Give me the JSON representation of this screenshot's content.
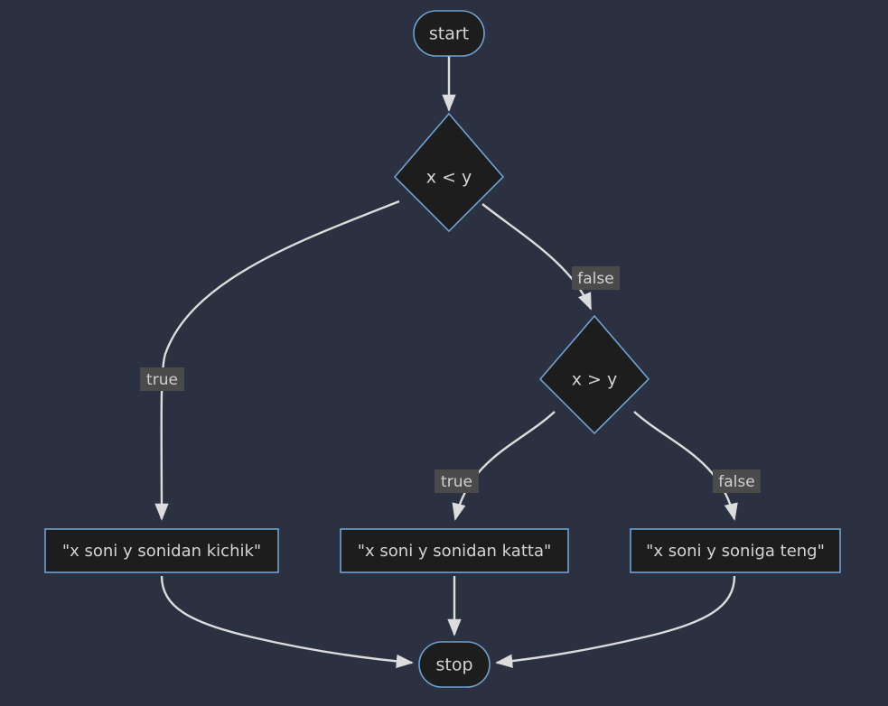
{
  "diagram": {
    "title": "comparison-flowchart",
    "background_color": "#2b3141",
    "node_fill_color": "#1d1d1d",
    "node_border_color": "#70a1d0",
    "edge_color": "#dcdcdc",
    "label_bg_color": "#4b4b4b",
    "text_color": "#d4d4d4"
  },
  "nodes": {
    "start": {
      "label": "start",
      "shape": "stadium"
    },
    "decision1": {
      "label": "x < y",
      "shape": "diamond"
    },
    "decision2": {
      "label": "x > y",
      "shape": "diamond"
    },
    "out_less": {
      "label": "\"x soni y sonidan kichik\"",
      "shape": "rectangle"
    },
    "out_greater": {
      "label": "\"x soni y sonidan katta\"",
      "shape": "rectangle"
    },
    "out_equal": {
      "label": "\"x soni y soniga teng\"",
      "shape": "rectangle"
    },
    "stop": {
      "label": "stop",
      "shape": "stadium"
    }
  },
  "edges": [
    {
      "id": "e1",
      "from": "start",
      "to": "decision1",
      "label": ""
    },
    {
      "id": "e2",
      "from": "decision1",
      "to": "out_less",
      "label": "true"
    },
    {
      "id": "e3",
      "from": "decision1",
      "to": "decision2",
      "label": "false"
    },
    {
      "id": "e4",
      "from": "decision2",
      "to": "out_greater",
      "label": "true"
    },
    {
      "id": "e5",
      "from": "decision2",
      "to": "out_equal",
      "label": "false"
    },
    {
      "id": "e6",
      "from": "out_less",
      "to": "stop",
      "label": ""
    },
    {
      "id": "e7",
      "from": "out_greater",
      "to": "stop",
      "label": ""
    },
    {
      "id": "e8",
      "from": "out_equal",
      "to": "stop",
      "label": ""
    }
  ],
  "edge_labels": {
    "d1_true": "true",
    "d1_false": "false",
    "d2_true": "true",
    "d2_false": "false"
  }
}
